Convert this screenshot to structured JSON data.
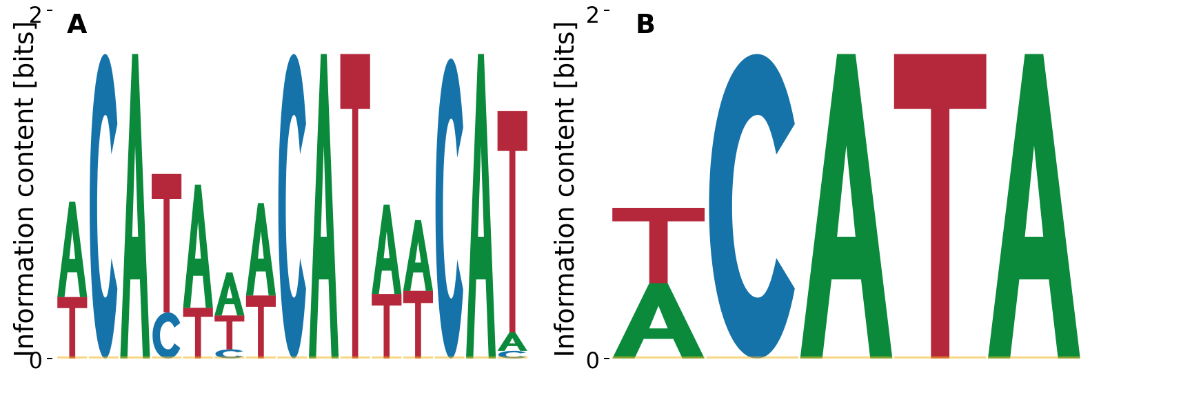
{
  "colors": {
    "A": "#0a8a3a",
    "C": "#1573aa",
    "G": "#f2b71f",
    "T": "#b5283b",
    "axis": "#000000"
  },
  "chart_data": [
    {
      "panel": "A",
      "type": "sequence-logo",
      "ylabel": "Information content [bits]",
      "ylim": [
        0,
        2
      ],
      "yticks": [
        "0",
        "2"
      ],
      "positions": [
        {
          "stack": [
            {
              "base": "T",
              "bits": 0.4
            },
            {
              "base": "A",
              "bits": 0.62
            }
          ]
        },
        {
          "stack": [
            {
              "base": "C",
              "bits": 1.98
            }
          ]
        },
        {
          "stack": [
            {
              "base": "A",
              "bits": 1.98
            }
          ]
        },
        {
          "stack": [
            {
              "base": "C",
              "bits": 0.3
            },
            {
              "base": "T",
              "bits": 0.9
            }
          ]
        },
        {
          "stack": [
            {
              "base": "T",
              "bits": 0.33
            },
            {
              "base": "A",
              "bits": 0.8
            }
          ]
        },
        {
          "stack": [
            {
              "base": "C",
              "bits": 0.06
            },
            {
              "base": "T",
              "bits": 0.22
            },
            {
              "base": "A",
              "bits": 0.28
            }
          ]
        },
        {
          "stack": [
            {
              "base": "T",
              "bits": 0.41
            },
            {
              "base": "A",
              "bits": 0.6
            }
          ]
        },
        {
          "stack": [
            {
              "base": "C",
              "bits": 1.98
            }
          ]
        },
        {
          "stack": [
            {
              "base": "A",
              "bits": 1.98
            }
          ]
        },
        {
          "stack": [
            {
              "base": "T",
              "bits": 1.98
            }
          ]
        },
        {
          "stack": [
            {
              "base": "T",
              "bits": 0.42
            },
            {
              "base": "A",
              "bits": 0.58
            }
          ]
        },
        {
          "stack": [
            {
              "base": "T",
              "bits": 0.44
            },
            {
              "base": "A",
              "bits": 0.46
            }
          ]
        },
        {
          "stack": [
            {
              "base": "C",
              "bits": 1.95
            }
          ]
        },
        {
          "stack": [
            {
              "base": "A",
              "bits": 1.98
            }
          ]
        },
        {
          "stack": [
            {
              "base": "C",
              "bits": 0.05
            },
            {
              "base": "A",
              "bits": 0.12
            },
            {
              "base": "T",
              "bits": 1.44
            }
          ]
        }
      ]
    },
    {
      "panel": "B",
      "type": "sequence-logo",
      "ylabel": "Information content [bits]",
      "ylim": [
        0,
        2
      ],
      "yticks": [
        "0",
        "2"
      ],
      "positions": [
        {
          "stack": [
            {
              "base": "A",
              "bits": 0.49
            },
            {
              "base": "T",
              "bits": 0.49
            }
          ]
        },
        {
          "stack": [
            {
              "base": "C",
              "bits": 1.98
            }
          ]
        },
        {
          "stack": [
            {
              "base": "A",
              "bits": 1.98
            }
          ]
        },
        {
          "stack": [
            {
              "base": "T",
              "bits": 1.98
            }
          ]
        },
        {
          "stack": [
            {
              "base": "A",
              "bits": 1.98
            }
          ]
        }
      ]
    }
  ]
}
